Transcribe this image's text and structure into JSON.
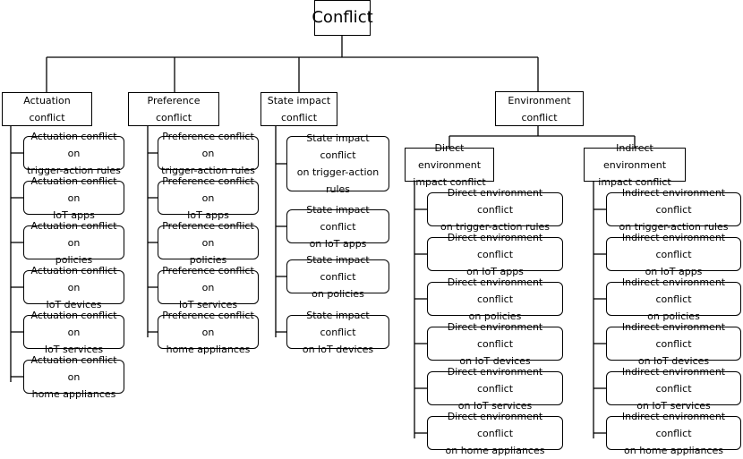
{
  "root": {
    "label": "Conflict"
  },
  "categories": [
    {
      "label": "Actuation conflict",
      "items": [
        "Actuation conflict on\ntrigger-action rules",
        "Actuation conflict on\nIoT apps",
        "Actuation conflict on\npolicies",
        "Actuation conflict on\nIoT devices",
        "Actuation conflict on\nIoT services",
        "Actuation conflict on\nhome appliances"
      ]
    },
    {
      "label": "Preference conflict",
      "items": [
        "Preference conflict on\ntrigger-action rules",
        "Preference conflict on\nIoT apps",
        "Preference conflict on\npolicies",
        "Preference conflict on\nIoT services",
        "Preference conflict on\nhome appliances"
      ]
    },
    {
      "label": "State impact\nconflict",
      "items": [
        "State impact conflict\non trigger-action\nrules",
        "State impact conflict\non IoT apps",
        "State impact conflict\non policies",
        "State impact conflict\non IoT devices"
      ]
    },
    {
      "label": "Environment\nconflict",
      "subcategories": [
        {
          "label": "Direct environment\nimpact conflict",
          "items": [
            "Direct environment conflict\non trigger-action rules",
            "Direct environment conflict\non IoT apps",
            "Direct environment conflict\non policies",
            "Direct environment conflict\non IoT devices",
            "Direct environment conflict\non IoT services",
            "Direct environment conflict\non home appliances"
          ]
        },
        {
          "label": "Indirect environment\nimpact conflict",
          "items": [
            "Indirect environment conflict\non trigger-action rules",
            "Indirect environment conflict\non IoT apps",
            "Indirect environment conflict\non policies",
            "Indirect environment conflict\non IoT devices",
            "Indirect environment conflict\non IoT services",
            "Indirect environment conflict\non home appliances"
          ]
        }
      ]
    }
  ]
}
